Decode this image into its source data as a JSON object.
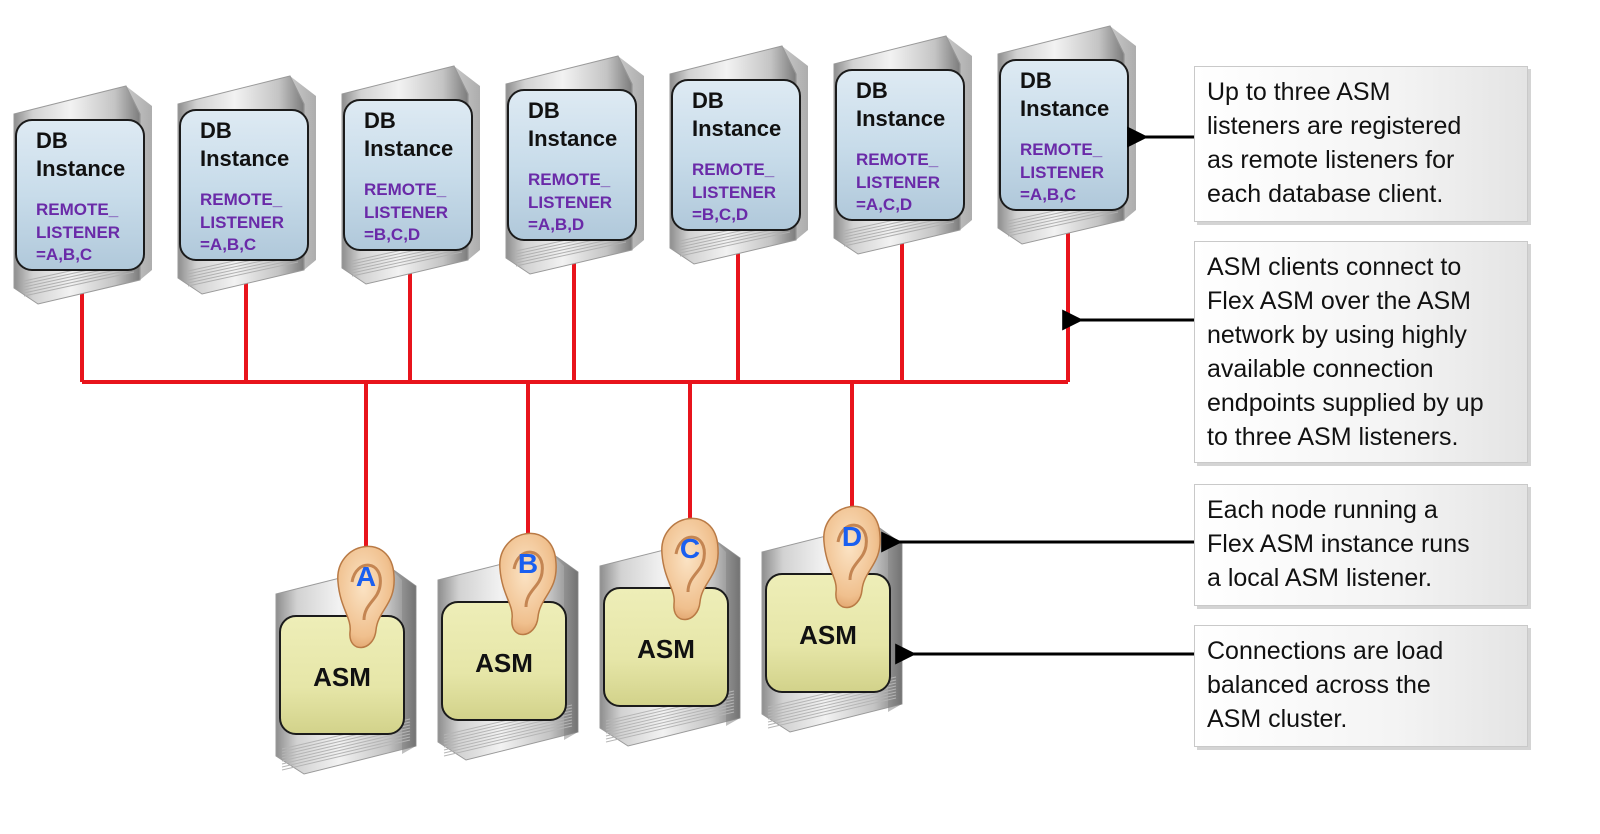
{
  "db_instances": [
    {
      "title_line1": "DB",
      "title_line2": "Instance",
      "param_line1": "REMOTE_",
      "param_line2": "LISTENER",
      "param_line3": "=A,B,C"
    },
    {
      "title_line1": "DB",
      "title_line2": "Instance",
      "param_line1": "REMOTE_",
      "param_line2": "LISTENER",
      "param_line3": "=A,B,C"
    },
    {
      "title_line1": "DB",
      "title_line2": "Instance",
      "param_line1": "REMOTE_",
      "param_line2": "LISTENER",
      "param_line3": "=B,C,D"
    },
    {
      "title_line1": "DB",
      "title_line2": "Instance",
      "param_line1": "REMOTE_",
      "param_line2": "LISTENER",
      "param_line3": "=A,B,D"
    },
    {
      "title_line1": "DB",
      "title_line2": "Instance",
      "param_line1": "REMOTE_",
      "param_line2": "LISTENER",
      "param_line3": "=B,C,D"
    },
    {
      "title_line1": "DB",
      "title_line2": "Instance",
      "param_line1": "REMOTE_",
      "param_line2": "LISTENER",
      "param_line3": "=A,C,D"
    },
    {
      "title_line1": "DB",
      "title_line2": "Instance",
      "param_line1": "REMOTE_",
      "param_line2": "LISTENER",
      "param_line3": "=A,B,C"
    }
  ],
  "asm_nodes": [
    {
      "label": "ASM",
      "listener": "A"
    },
    {
      "label": "ASM",
      "listener": "B"
    },
    {
      "label": "ASM",
      "listener": "C"
    },
    {
      "label": "ASM",
      "listener": "D"
    }
  ],
  "notes": [
    {
      "lines": [
        "Up to three ASM",
        "listeners are registered",
        "as remote listeners for",
        "each database client."
      ]
    },
    {
      "lines": [
        "ASM clients connect to",
        "Flex ASM over the ASM",
        "network by using highly",
        "available connection",
        "endpoints supplied by up",
        "to three ASM listeners."
      ]
    },
    {
      "lines": [
        "Each node running a",
        "Flex ASM instance runs",
        "a local ASM listener."
      ]
    },
    {
      "lines": [
        "Connections are load",
        "balanced across the",
        "ASM cluster."
      ]
    }
  ],
  "colors": {
    "network_line": "#e8141c",
    "db_panel": "#c8dcea",
    "asm_panel": "#e6e6a8",
    "param_text": "#6a2aa8",
    "listener_letter": "#1a5ff0",
    "arrow": "#000000"
  },
  "icons": [
    "db-server-icon",
    "asm-server-icon",
    "ear-icon"
  ]
}
